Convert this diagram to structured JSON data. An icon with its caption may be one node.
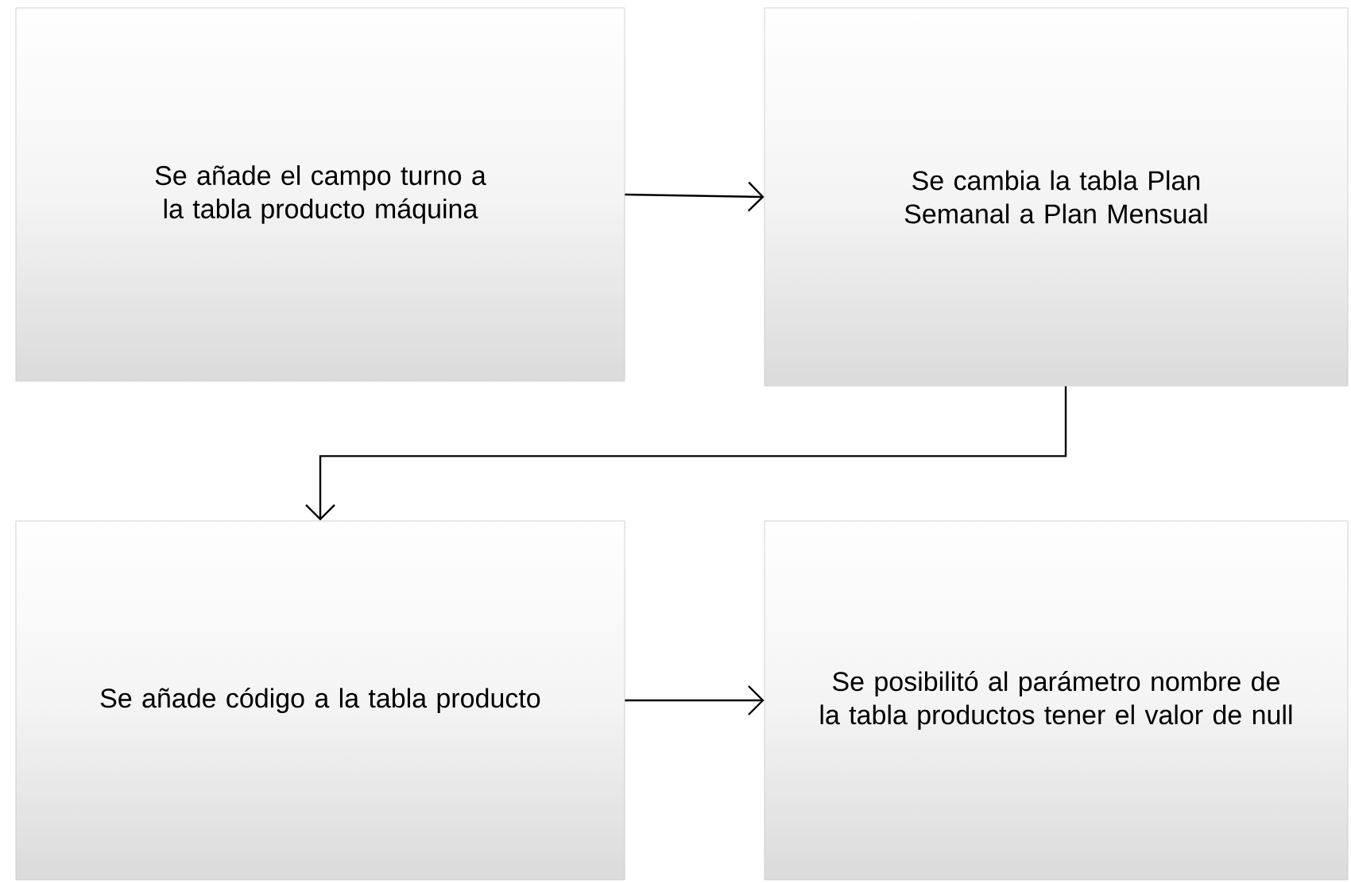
{
  "diagram": {
    "nodes": [
      {
        "text": [
          "Se añade el campo turno a la tabla producto máquina"
        ]
      },
      {
        "text": [
          "Se cambia la tabla Plan Semanal a Plan Mensual"
        ]
      },
      {
        "text": [
          "Se añade código a la tabla producto"
        ]
      },
      {
        "text": [
          "Se posibilitó al parámetro nombre de la tabla productos tener el valor de null"
        ]
      }
    ],
    "edges": [
      {
        "from": 0,
        "to": 1,
        "arrow": "to"
      },
      {
        "from": 1,
        "to": 2,
        "arrow": "to"
      },
      {
        "from": 2,
        "to": 3,
        "arrow": "to"
      }
    ]
  }
}
